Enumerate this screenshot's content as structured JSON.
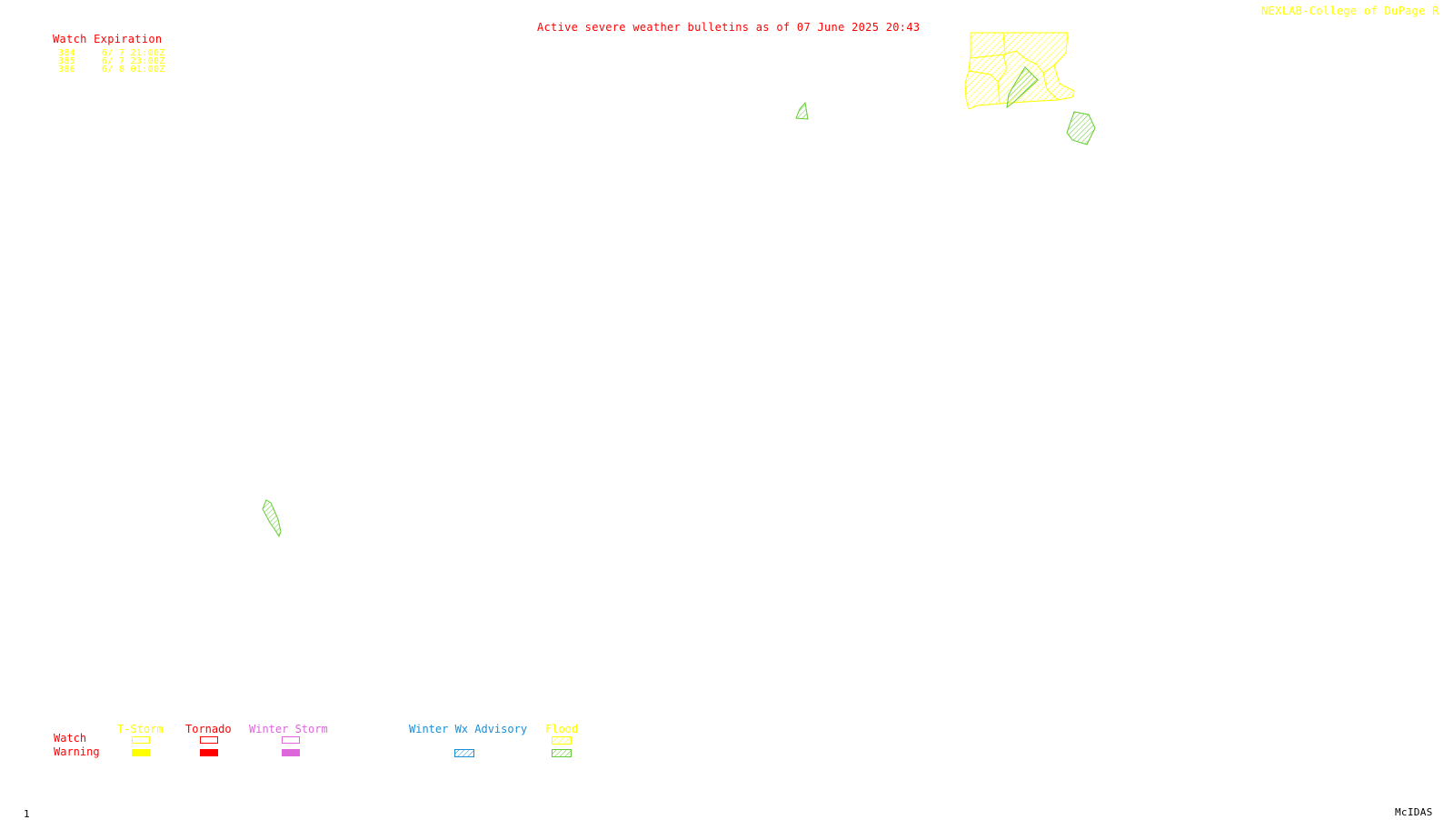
{
  "header": {
    "title": "Active severe weather bulletins as of 07 June 2025 20:43",
    "credit": "NEXLAB-College of DuPage R"
  },
  "watch_list": {
    "heading": "Watch Expiration",
    "rows": [
      {
        "number": "384",
        "expires": "6/ 7 21:00Z"
      },
      {
        "number": "385",
        "expires": "6/ 7 23:00Z"
      },
      {
        "number": "386",
        "expires": "6/ 8 01:00Z"
      }
    ]
  },
  "legend": {
    "row_labels": {
      "watch": "Watch",
      "warning": "Warning"
    },
    "columns": [
      {
        "label": "T-Storm",
        "color": "#ffff00"
      },
      {
        "label": "Tornado",
        "color": "#ff0000"
      },
      {
        "label": "Winter Storm",
        "color": "#dd66dd"
      },
      {
        "label": "Winter Wx Advisory",
        "color": "#1a8fd6"
      },
      {
        "label": "Flood",
        "color": "#ffff00"
      }
    ],
    "flood_warning_color": "#66cc33"
  },
  "footer": {
    "frame_number": "1",
    "software": "McIDAS"
  },
  "colors": {
    "watch_yellow": "#ffff00",
    "flood_green": "#66cc33",
    "text_red": "#ff0000"
  }
}
